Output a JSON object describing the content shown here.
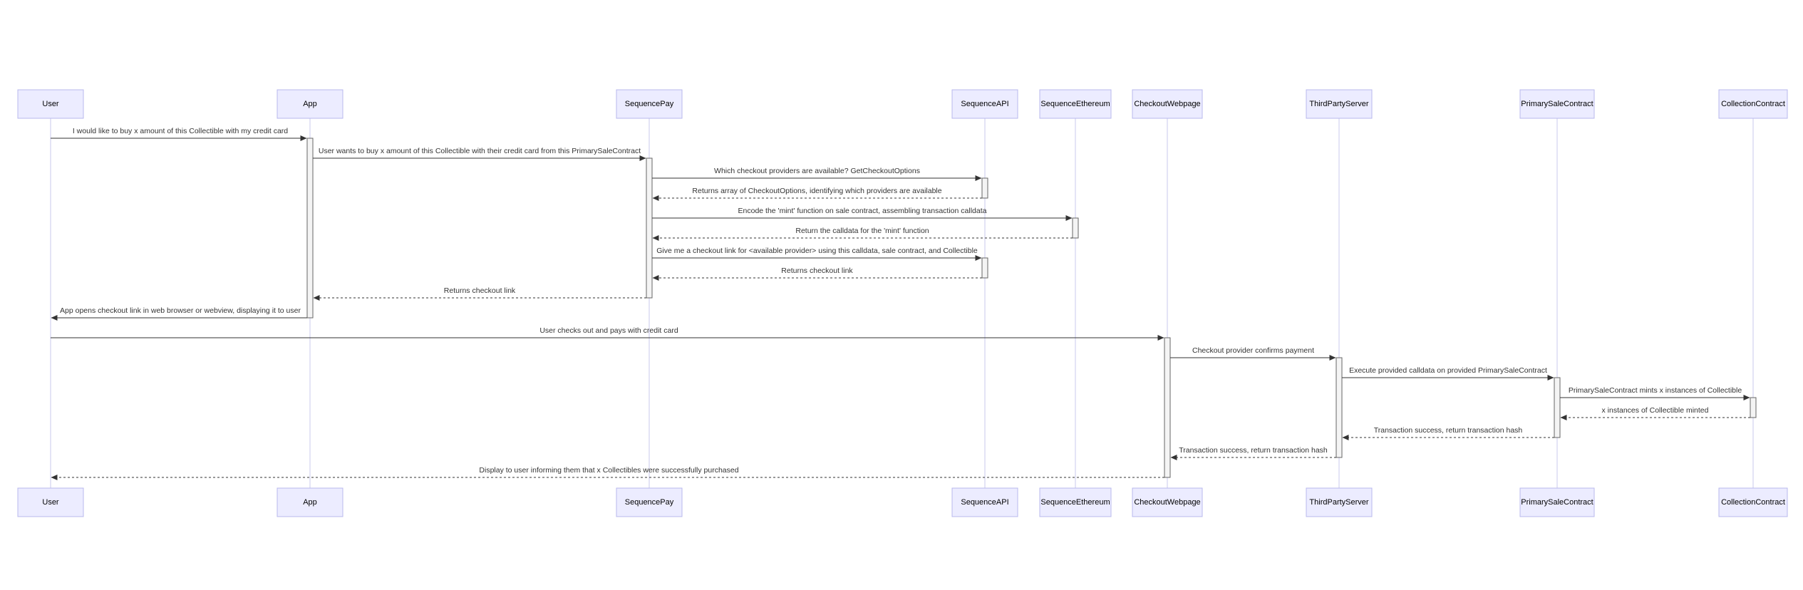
{
  "participants": [
    {
      "id": "User",
      "label": "User"
    },
    {
      "id": "App",
      "label": "App"
    },
    {
      "id": "SequencePay",
      "label": "SequencePay"
    },
    {
      "id": "SequenceAPI",
      "label": "SequenceAPI"
    },
    {
      "id": "SequenceEthereum",
      "label": "SequenceEthereum"
    },
    {
      "id": "CheckoutWebpage",
      "label": "CheckoutWebpage"
    },
    {
      "id": "ThirdPartyServer",
      "label": "ThirdPartyServer"
    },
    {
      "id": "PrimarySaleContract",
      "label": "PrimarySaleContract"
    },
    {
      "id": "CollectionContract",
      "label": "CollectionContract"
    }
  ],
  "messages": [
    {
      "from": "User",
      "to": "App",
      "text": "I would like to buy x amount of this Collectible with my credit card",
      "style": "solid"
    },
    {
      "from": "App",
      "to": "SequencePay",
      "text": "User wants to buy x amount of this Collectible with their credit card from this PrimarySaleContract",
      "style": "solid"
    },
    {
      "from": "SequencePay",
      "to": "SequenceAPI",
      "text": "Which checkout providers are available? GetCheckoutOptions",
      "style": "solid"
    },
    {
      "from": "SequenceAPI",
      "to": "SequencePay",
      "text": "Returns array of CheckoutOptions, identifying which providers are available",
      "style": "dashed"
    },
    {
      "from": "SequencePay",
      "to": "SequenceEthereum",
      "text": "Encode the 'mint' function on sale contract, assembling transaction calldata",
      "style": "solid"
    },
    {
      "from": "SequenceEthereum",
      "to": "SequencePay",
      "text": "Return the calldata for the 'mint' function",
      "style": "dashed"
    },
    {
      "from": "SequencePay",
      "to": "SequenceAPI",
      "text": "Give me a checkout link for <available provider> using this calldata, sale contract, and Collectible",
      "style": "solid"
    },
    {
      "from": "SequenceAPI",
      "to": "SequencePay",
      "text": "Returns checkout link",
      "style": "dashed"
    },
    {
      "from": "SequencePay",
      "to": "App",
      "text": "Returns checkout link",
      "style": "dashed"
    },
    {
      "from": "App",
      "to": "User",
      "text": "App opens checkout link in web browser or webview, displaying it to user",
      "style": "solid"
    },
    {
      "from": "User",
      "to": "CheckoutWebpage",
      "text": "User checks out and pays with credit card",
      "style": "solid"
    },
    {
      "from": "CheckoutWebpage",
      "to": "ThirdPartyServer",
      "text": "Checkout provider confirms payment",
      "style": "solid"
    },
    {
      "from": "ThirdPartyServer",
      "to": "PrimarySaleContract",
      "text": "Execute provided calldata on provided PrimarySaleContract",
      "style": "solid"
    },
    {
      "from": "PrimarySaleContract",
      "to": "CollectionContract",
      "text": "PrimarySaleContract mints x instances of Collectible",
      "style": "solid"
    },
    {
      "from": "CollectionContract",
      "to": "PrimarySaleContract",
      "text": "x instances of Collectible minted",
      "style": "dashed"
    },
    {
      "from": "PrimarySaleContract",
      "to": "ThirdPartyServer",
      "text": "Transaction success, return transaction hash",
      "style": "dashed"
    },
    {
      "from": "ThirdPartyServer",
      "to": "CheckoutWebpage",
      "text": "Transaction success, return transaction hash",
      "style": "dashed"
    },
    {
      "from": "CheckoutWebpage",
      "to": "User",
      "text": "Display to user informing them that x Collectibles were successfully purchased",
      "style": "dashed"
    }
  ],
  "activations": [
    {
      "participant": "App",
      "from_msg": 0,
      "to_msg": 9
    },
    {
      "participant": "SequencePay",
      "from_msg": 1,
      "to_msg": 8
    },
    {
      "participant": "SequenceAPI",
      "from_msg": 2,
      "to_msg": 3
    },
    {
      "participant": "SequenceEthereum",
      "from_msg": 4,
      "to_msg": 5
    },
    {
      "participant": "SequenceAPI",
      "from_msg": 6,
      "to_msg": 7
    },
    {
      "participant": "CheckoutWebpage",
      "from_msg": 10,
      "to_msg": 17
    },
    {
      "participant": "ThirdPartyServer",
      "from_msg": 11,
      "to_msg": 16
    },
    {
      "participant": "PrimarySaleContract",
      "from_msg": 12,
      "to_msg": 15
    },
    {
      "participant": "CollectionContract",
      "from_msg": 13,
      "to_msg": 14
    }
  ],
  "colors": {
    "actor_fill": "#ECECFF",
    "actor_border": "#B8B8EE",
    "lifeline": "#C8C8EE",
    "line": "#333333",
    "activation_fill": "#F4F4F4"
  }
}
